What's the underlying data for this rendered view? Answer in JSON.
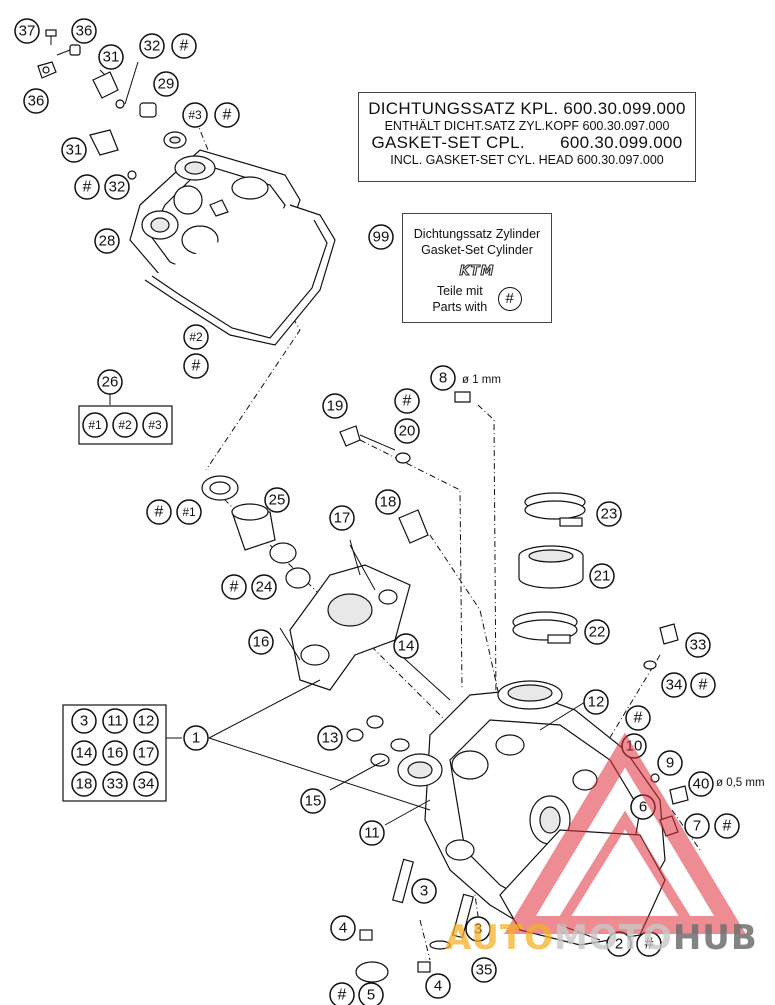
{
  "colors": {
    "line": "#111111",
    "watermark_triangle": "#e0303a",
    "watermark_auto": "#f4b028",
    "watermark_moto": "#c8c8c8",
    "watermark_hub": "#6e6e6e"
  },
  "gasket_note": {
    "line1": "DICHTUNGSSATZ KPL. 600.30.099.000",
    "line2": "ENTHÄLT DICHT.SATZ ZYL.KOPF 600.30.097.000",
    "line3": "GASKET-SET CPL.       600.30.099.000",
    "line4": "INCL. GASKET-SET CYL. HEAD 600.30.097.000"
  },
  "kit_box": {
    "title_de": "Dichtungssatz Zylinder",
    "title_en": "Gasket-Set Cylinder",
    "logo": "KTM",
    "parts_de": "Teile mit",
    "parts_en": "Parts with",
    "marker": "#"
  },
  "dimensions": {
    "part8": "ø 1 mm",
    "part40": "ø 0,5 mm"
  },
  "callouts": {
    "c37": "37",
    "c36a": "36",
    "c36b": "36",
    "c31a": "31",
    "c31b": "31",
    "c32a": "32",
    "c32b": "32",
    "c29": "29",
    "c3a": "#3",
    "c28": "28",
    "c2a": "#2",
    "c26": "26",
    "c1x": "#1",
    "c2x": "#2",
    "c3x": "#3",
    "c1b": "#1",
    "c25": "25",
    "c24": "24",
    "c17": "17",
    "c16": "16",
    "c14": "14",
    "c18": "18",
    "c19": "19",
    "c20": "20",
    "c8": "8",
    "c99": "99",
    "c23": "23",
    "c21": "21",
    "c22": "22",
    "c33": "33",
    "c34": "34",
    "c12": "12",
    "c13": "13",
    "c15": "15",
    "c11": "11",
    "c1": "1",
    "c10": "10",
    "c9": "9",
    "c40": "40",
    "c6": "6",
    "c7": "7",
    "c3b": "3",
    "c3c": "3",
    "c4a": "4",
    "c4b": "4",
    "c35": "35",
    "c5": "5",
    "c2": "2",
    "hash": "#"
  },
  "kit1_grid": [
    "3",
    "11",
    "12",
    "14",
    "16",
    "17",
    "18",
    "33",
    "34"
  ],
  "watermark": {
    "auto": "AUTO",
    "moto": "MOTO",
    "hub": "HUB"
  }
}
